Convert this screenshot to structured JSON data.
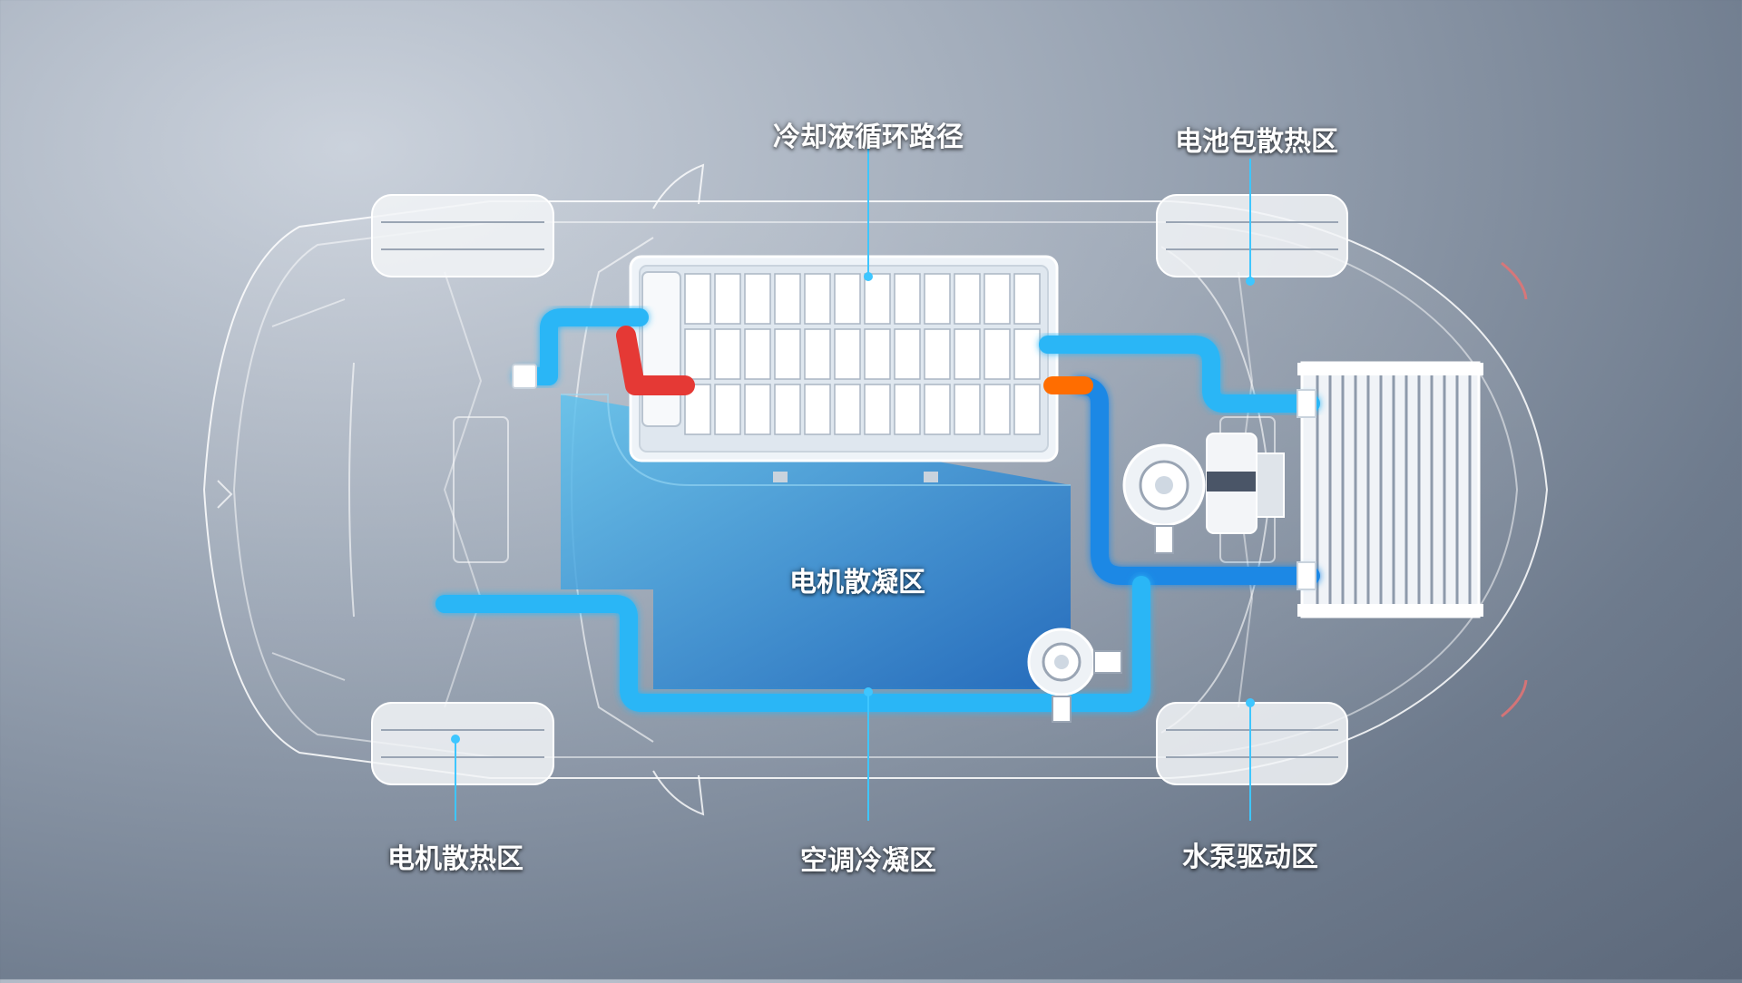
{
  "labels": {
    "coolant_path": "冷却液循环路径",
    "battery_zone": "电池包散热区",
    "motor_condense_zone": "电机散凝区",
    "motor_heat_zone": "电机散热区",
    "ac_condense_zone": "空调冷凝区",
    "pump_zone": "水泵驱动区"
  },
  "colors": {
    "coolant_pipe": "#29b6f6",
    "hot_pipe": "#e53935",
    "warm_pipe": "#ff6d00",
    "zone_fill": "#1e88e5",
    "callout_line": "#3ec6ff",
    "outline": "#ffffff"
  },
  "icons": [
    "car-body-outline",
    "battery-pack-icon",
    "radiator-icon",
    "water-pump-icon",
    "compressor-icon",
    "wheel-icon"
  ]
}
